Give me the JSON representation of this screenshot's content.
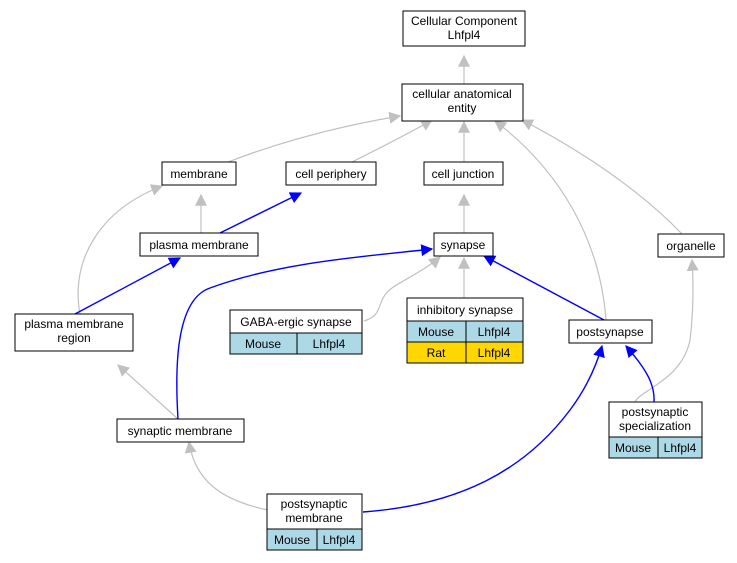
{
  "colors": {
    "is_a_edge": "#c0c0c0",
    "part_of_edge": "#0000ff",
    "mouse_cell": "#add8e6",
    "rat_cell": "#ffd700"
  },
  "nodes": {
    "root": {
      "line1": "Cellular Component",
      "line2": "Lhfpl4"
    },
    "cellular_anatomical_entity": {
      "line1": "cellular anatomical",
      "line2": "entity"
    },
    "membrane": {
      "label": "membrane"
    },
    "cell_periphery": {
      "label": "cell periphery"
    },
    "cell_junction": {
      "label": "cell junction"
    },
    "plasma_membrane": {
      "label": "plasma membrane"
    },
    "synapse": {
      "label": "synapse"
    },
    "organelle": {
      "label": "organelle"
    },
    "plasma_membrane_region": {
      "line1": "plasma membrane",
      "line2": "region"
    },
    "gaba_ergic_synapse": {
      "label": "GABA-ergic synapse",
      "rows": [
        {
          "species": "Mouse",
          "gene": "Lhfpl4"
        }
      ]
    },
    "inhibitory_synapse": {
      "label": "inhibitory synapse",
      "rows": [
        {
          "species": "Mouse",
          "gene": "Lhfpl4"
        },
        {
          "species": "Rat",
          "gene": "Lhfpl4"
        }
      ]
    },
    "postsynapse": {
      "label": "postsynapse"
    },
    "postsynaptic_specialization": {
      "line1": "postsynaptic",
      "line2": "specialization",
      "rows": [
        {
          "species": "Mouse",
          "gene": "Lhfpl4"
        }
      ]
    },
    "synaptic_membrane": {
      "label": "synaptic membrane"
    },
    "postsynaptic_membrane": {
      "line1": "postsynaptic",
      "line2": "membrane",
      "rows": [
        {
          "species": "Mouse",
          "gene": "Lhfpl4"
        }
      ]
    }
  }
}
